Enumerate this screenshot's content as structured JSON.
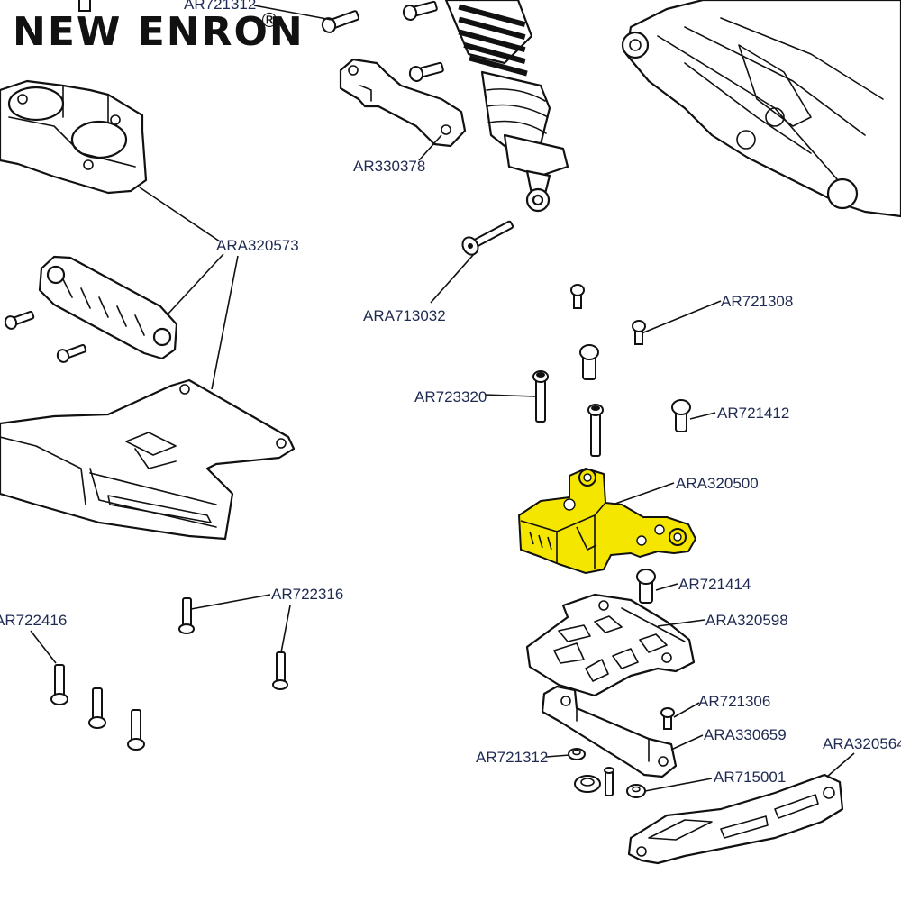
{
  "brand": {
    "name": "NEW ENRON",
    "registered_mark": "®"
  },
  "highlight_color": "#f5e600",
  "highlighted_part": "ARA320500",
  "callouts": [
    {
      "id": "ar721312_top",
      "code": "AR721312"
    },
    {
      "id": "ar330378",
      "code": "AR330378"
    },
    {
      "id": "ara320573",
      "code": "ARA320573"
    },
    {
      "id": "ara713032",
      "code": "ARA713032"
    },
    {
      "id": "ar721308",
      "code": "AR721308"
    },
    {
      "id": "ar723320",
      "code": "AR723320"
    },
    {
      "id": "ar721412",
      "code": "AR721412"
    },
    {
      "id": "ara320500",
      "code": "ARA320500"
    },
    {
      "id": "ar721414",
      "code": "AR721414"
    },
    {
      "id": "ar722316",
      "code": "AR722316"
    },
    {
      "id": "ar722416",
      "code": "AR722416"
    },
    {
      "id": "ara320598",
      "code": "ARA320598"
    },
    {
      "id": "ar721306",
      "code": "AR721306"
    },
    {
      "id": "ara330659",
      "code": "ARA330659"
    },
    {
      "id": "ar721312_bottom",
      "code": "AR721312"
    },
    {
      "id": "ara320564",
      "code": "ARA320564"
    },
    {
      "id": "ar715001",
      "code": "AR715001"
    }
  ]
}
